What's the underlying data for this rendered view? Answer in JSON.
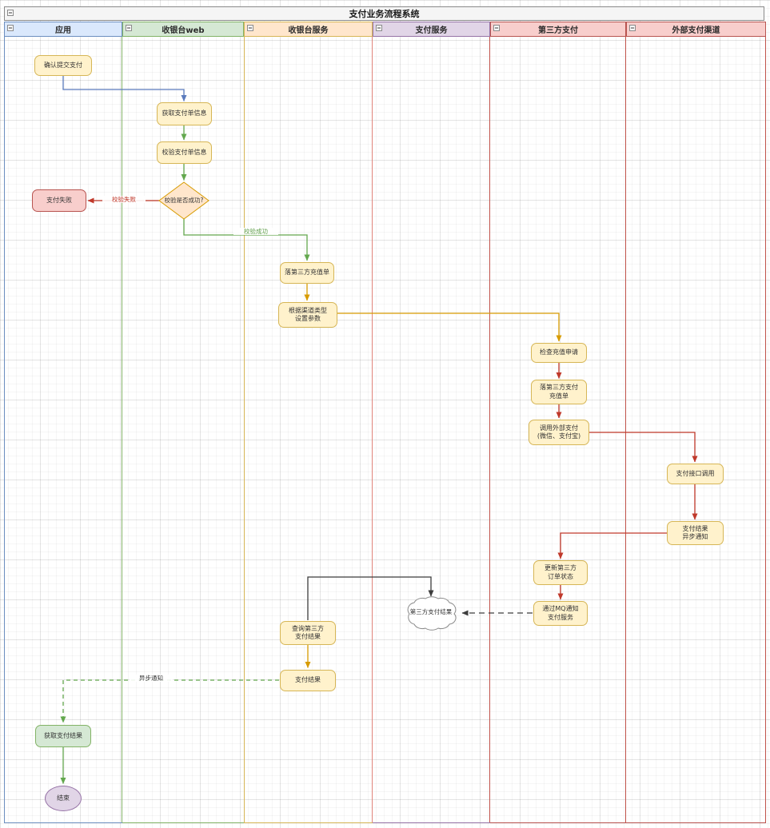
{
  "pool": {
    "title": "支付业务流程系统"
  },
  "lanes": [
    {
      "label": "应用",
      "fill": "#dae8fc",
      "border": "#6c8ebf"
    },
    {
      "label": "收银台web",
      "fill": "#d5e8d4",
      "border": "#82b366"
    },
    {
      "label": "收银台服务",
      "fill": "#ffe6cc",
      "border": "#d6b656"
    },
    {
      "label": "支付服务",
      "fill": "#e1d5e7",
      "border": "#9673a6"
    },
    {
      "label": "第三方支付",
      "fill": "#f8cecc",
      "border": "#b85450"
    },
    {
      "label": "外部支付渠道",
      "fill": "#f8cecc",
      "border": "#b85450"
    }
  ],
  "nodes": {
    "confirm_submit": "确认提交支付",
    "get_payment_info": "获取支付单信息",
    "validate_payment_info": "校验支付单信息",
    "validate_decision": "校验是否成功?",
    "pay_failed": "支付失败",
    "create_recharge_order": "落第三方充值单",
    "set_channel_params": "根据渠道类型\n设置参数",
    "check_recharge_request": "检查充值申请",
    "create_third_party_recharge": "落第三方支付\n充值单",
    "call_external_pay": "调用外部支付\n(微信、支付宝)",
    "pay_interface_call": "支付接口调用",
    "pay_result_async_notify": "支付结果\n异步通知",
    "update_third_party_order": "更新第三方\n订单状态",
    "mq_notify_pay_service": "通过MQ通知\n支付服务",
    "third_party_pay_result_cloud": "第三方支付结果",
    "query_third_party_result": "查询第三方\n支付结果",
    "pay_result": "支付结果",
    "get_pay_result": "获取支付结果",
    "end": "结束"
  },
  "edge_labels": {
    "validate_fail": "校验失败",
    "validate_success": "校验成功",
    "async_notify": "异步通知"
  },
  "colors": {
    "node_fill": "#fff2cc",
    "node_border": "#d6b656",
    "decision_fill": "#ffe6cc",
    "decision_border": "#d79b00",
    "fail_fill": "#f8cecc",
    "fail_border": "#b85450",
    "success_fill": "#d5e8d4",
    "success_border": "#82b366",
    "end_fill": "#e1d5e7",
    "end_border": "#9673a6",
    "pool_header_fill": "#f5f5f5",
    "edge_blue": "#5b7bbd",
    "edge_green": "#63a84e",
    "edge_red": "#c0392b",
    "edge_orange": "#d79b00",
    "edge_black": "#3d3d3d"
  }
}
